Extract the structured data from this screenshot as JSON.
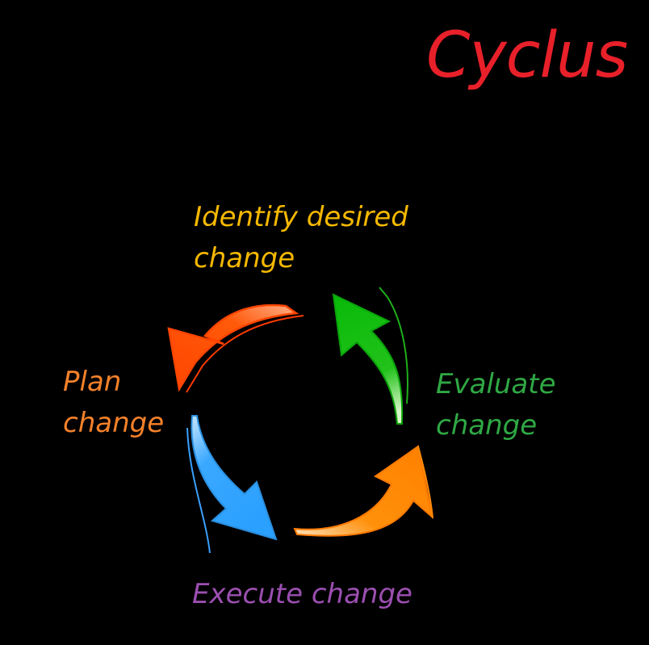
{
  "title": "Cyclus",
  "colors": {
    "background": "#000000",
    "title": "#e8202a",
    "identify": "#f5b800",
    "plan": "#f5812a",
    "evaluate": "#2fa844",
    "execute": "#9b4fb0",
    "arrow_identify": "#ff5a0a",
    "arrow_evaluate": "#1fbf1a",
    "arrow_execute": "#3aa8ff",
    "arrow_plan": "#ff8a0a"
  },
  "steps": {
    "identify": {
      "line1": "Identify desired",
      "line2": "change"
    },
    "plan": {
      "line1": "Plan",
      "line2": "change"
    },
    "evaluate": {
      "line1": "Evaluate",
      "line2": "change"
    },
    "execute": {
      "line1": "Execute change"
    }
  }
}
